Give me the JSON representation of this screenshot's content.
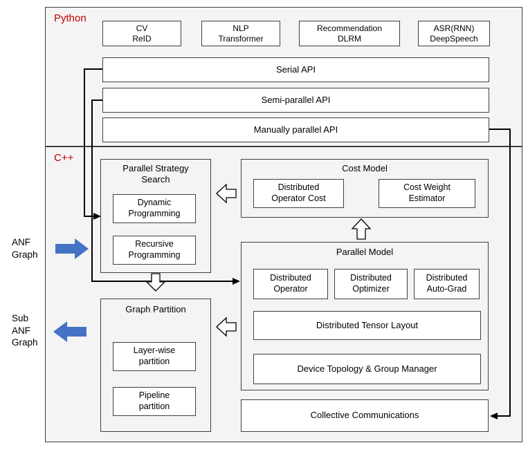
{
  "python": {
    "label": "Python",
    "apps": [
      "CV\nReID",
      "NLP\nTransformer",
      "Recommendation\nDLRM",
      "ASR(RNN)\nDeepSpeech"
    ],
    "apis": [
      "Serial API",
      "Semi-parallel API",
      "Manually parallel API"
    ]
  },
  "cpp": {
    "label": "C++",
    "parallel_strategy_search": {
      "title": "Parallel Strategy Search",
      "items": [
        "Dynamic\nProgramming",
        "Recursive\nProgramming"
      ]
    },
    "cost_model": {
      "title": "Cost Model",
      "items": [
        "Distributed\nOperator Cost",
        "Cost Weight\nEstimator"
      ]
    },
    "parallel_model": {
      "title": "Parallel Model",
      "items": [
        "Distributed\nOperator",
        "Distributed\nOptimizer",
        "Distributed\nAuto-Grad"
      ],
      "wide_items": [
        "Distributed Tensor Layout",
        "Device Topology & Group Manager"
      ]
    },
    "graph_partition": {
      "title": "Graph Partition",
      "items": [
        "Layer-wise\npartition",
        "Pipeline\npartition"
      ]
    },
    "collective_communications": "Collective Communications"
  },
  "side_labels": {
    "anf_graph": "ANF\nGraph",
    "sub_anf_graph": "Sub\nANF\nGraph"
  },
  "colors": {
    "label_red": "#c00000",
    "arrow_blue": "#4472c4",
    "border_dark": "#3f3f3f"
  }
}
